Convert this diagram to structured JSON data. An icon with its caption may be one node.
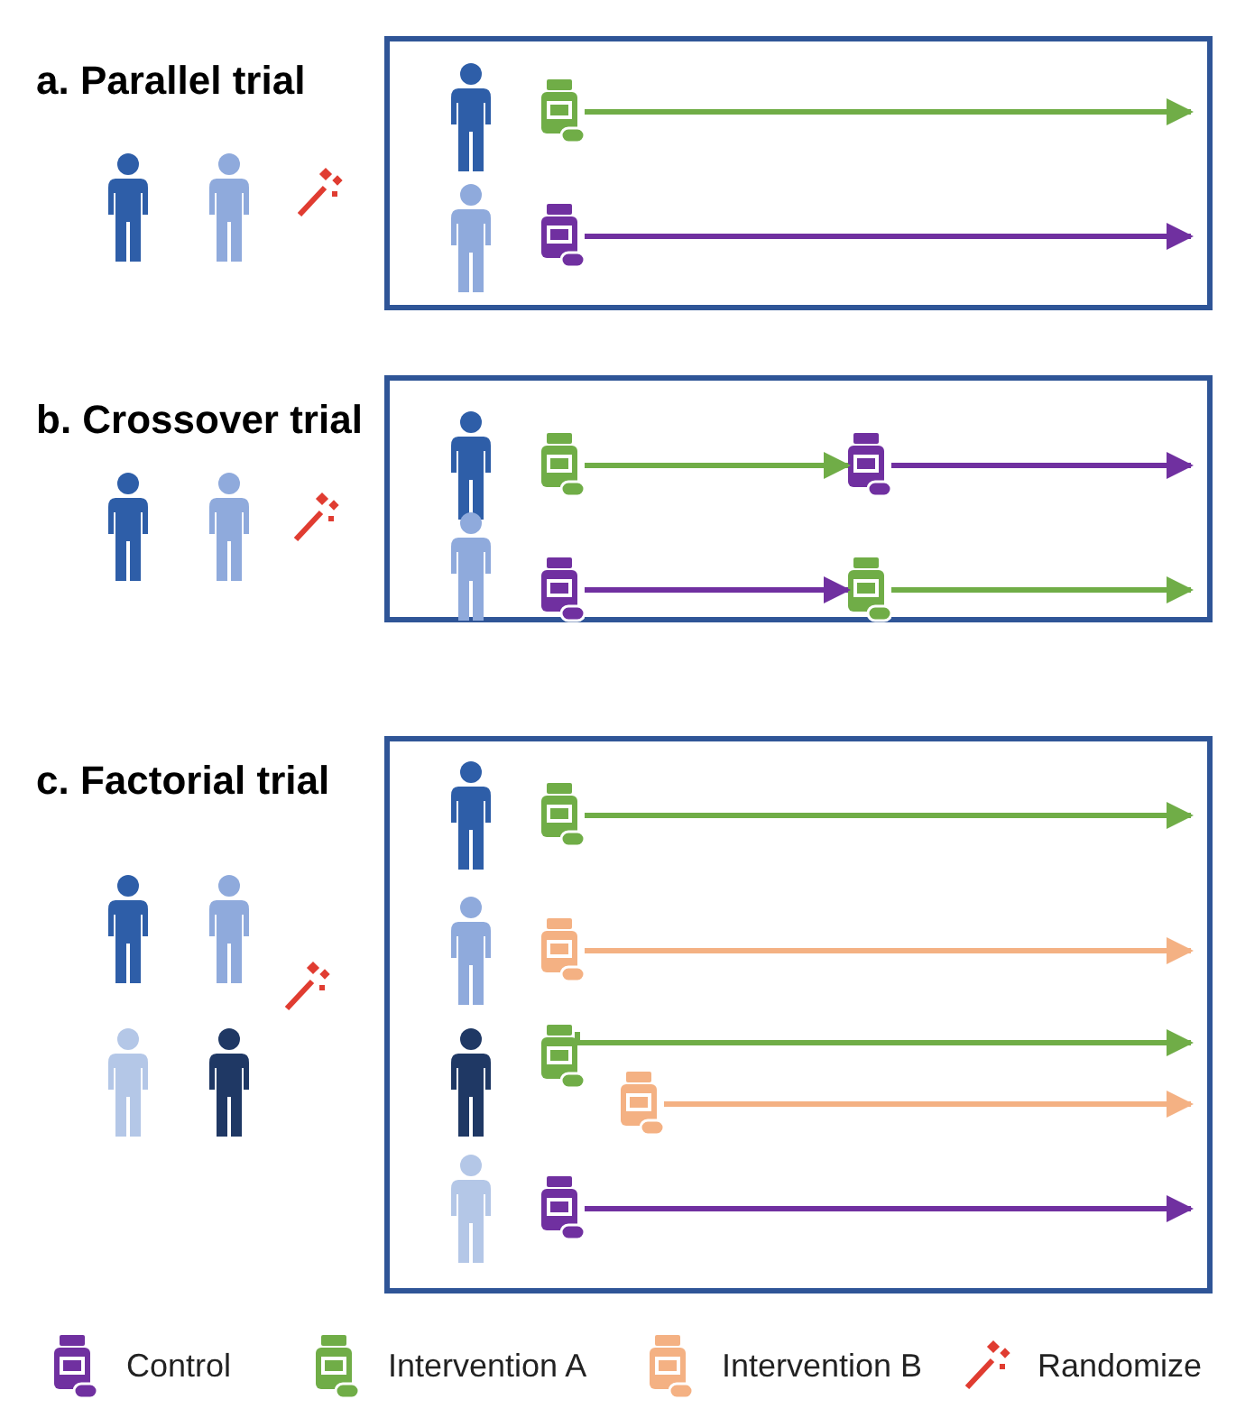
{
  "diagram": {
    "nodes": [
      {
        "text": [
          "a. Parallel trial"
        ]
      },
      {
        "text": [],
        "shape": "bottle",
        "in": 0
      },
      {
        "text": [],
        "shape": "bottle",
        "in": 0
      },
      {
        "text": [
          "b. Crossover trial"
        ]
      },
      {
        "text": [],
        "shape": "bottle",
        "in": 3
      },
      {
        "text": [],
        "shape": "bottle",
        "in": 3
      },
      {
        "text": [],
        "shape": "bottle",
        "in": 3
      },
      {
        "text": [],
        "shape": "bottle",
        "in": 3
      },
      {
        "text": [
          "c. Factorial trial"
        ]
      },
      {
        "text": [],
        "shape": "bottle",
        "in": 8
      },
      {
        "text": [],
        "shape": "bottle",
        "in": 8
      },
      {
        "text": [],
        "shape": "bottle",
        "in": 8
      },
      {
        "text": [],
        "shape": "bottle",
        "in": 8
      },
      {
        "text": [],
        "shape": "bottle",
        "in": 8
      }
    ],
    "edges": [
      {
        "from": 1,
        "to": null,
        "arrow": "to",
        "color": "#70ad47"
      },
      {
        "from": 2,
        "to": null,
        "arrow": "to",
        "color": "#7030a0"
      },
      {
        "from": 4,
        "to": 5,
        "arrow": "to",
        "color": "#70ad47"
      },
      {
        "from": 5,
        "to": null,
        "arrow": "to",
        "color": "#7030a0"
      },
      {
        "from": 6,
        "to": 7,
        "arrow": "to",
        "color": "#7030a0"
      },
      {
        "from": 7,
        "to": null,
        "arrow": "to",
        "color": "#70ad47"
      },
      {
        "from": 9,
        "to": null,
        "arrow": "to",
        "color": "#70ad47"
      },
      {
        "from": 10,
        "to": null,
        "arrow": "to",
        "color": "#f4b183"
      },
      {
        "from": 11,
        "to": null,
        "arrow": "to",
        "color": "#70ad47"
      },
      {
        "from": 12,
        "to": null,
        "arrow": "to",
        "color": "#f4b183"
      },
      {
        "from": 13,
        "to": null,
        "arrow": "to",
        "color": "#7030a0"
      }
    ],
    "legend": [
      {
        "text": "Control",
        "color": "#7030a0"
      },
      {
        "text": "Intervention A",
        "color": "#70ad47"
      },
      {
        "text": "Intervention B",
        "color": "#f4b183"
      },
      {
        "text": "Randomize"
      }
    ]
  }
}
